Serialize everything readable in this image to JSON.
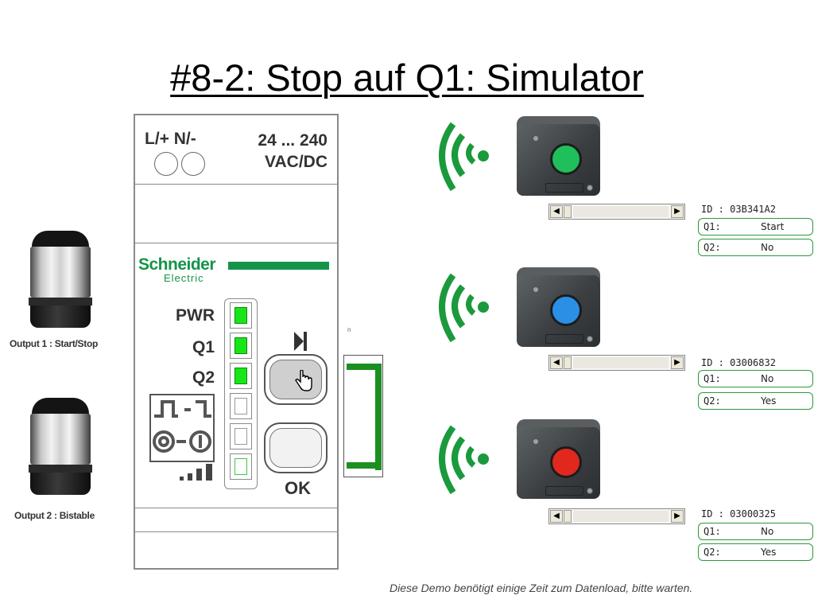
{
  "title": "#8-2: Stop auf Q1: Simulator",
  "lamps": [
    {
      "label": "Output 1 : Start/Stop"
    },
    {
      "label": "Output 2 : Bistable"
    }
  ],
  "device": {
    "terminals": "L/+  N/-",
    "voltage_line1": "24 ... 240",
    "voltage_line2": "VAC/DC",
    "brand": "Schneider",
    "brand_sub": "Electric",
    "labels": {
      "pwr": "PWR",
      "q1": "Q1",
      "q2": "Q2"
    },
    "ok_label": "OK",
    "leds": [
      {
        "name": "PWR",
        "state": "on"
      },
      {
        "name": "Q1",
        "state": "on"
      },
      {
        "name": "Q2",
        "state": "on"
      },
      {
        "name": "pulse",
        "state": "off"
      },
      {
        "name": "mode",
        "state": "off"
      },
      {
        "name": "signal",
        "state": "dim"
      }
    ],
    "colors": {
      "brand": "#139448",
      "led_on": "#19e619"
    }
  },
  "tiny_label": "n",
  "stations": [
    {
      "id_label": "ID :",
      "id": "03B341A2",
      "button_color": "#1fbf5c",
      "q1_label": "Q1:",
      "q1": "Start",
      "q2_label": "Q2:",
      "q2": "No"
    },
    {
      "id_label": "ID :",
      "id": "03006832",
      "button_color": "#2b8fe6",
      "q1_label": "Q1:",
      "q1": "No",
      "q2_label": "Q2:",
      "q2": "Yes"
    },
    {
      "id_label": "ID :",
      "id": "03000325",
      "button_color": "#e0281e",
      "q1_label": "Q1:",
      "q1": "No",
      "q2_label": "Q2:",
      "q2": "Yes"
    }
  ],
  "icons": {
    "signal": "wireless-signal-icon",
    "play": "play-step-icon",
    "cursor": "hand-pointer-icon",
    "scroll_left": "arrow-left-icon",
    "scroll_right": "arrow-right-icon"
  },
  "footer": "Diese Demo benötigt einige Zeit zum Datenload, bitte warten."
}
